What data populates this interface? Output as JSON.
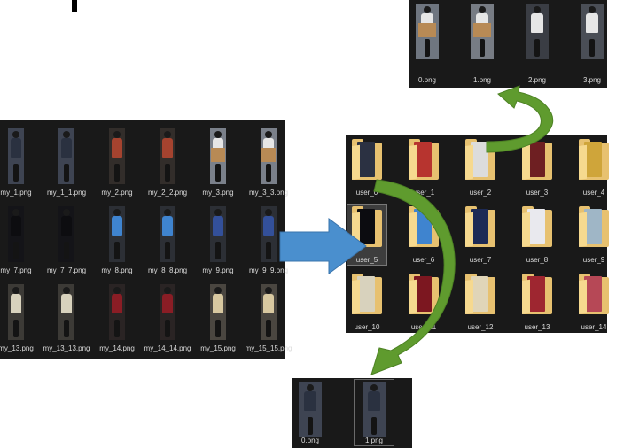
{
  "left_panel": {
    "files": [
      {
        "name": "my_1.png",
        "body": "#2a3140",
        "bg": "#3e4452",
        "box": false
      },
      {
        "name": "my_1_1.png",
        "body": "#2a3140",
        "bg": "#3e4452",
        "box": false
      },
      {
        "name": "my_2.png",
        "body": "#a5432f",
        "bg": "#322d2a",
        "box": false
      },
      {
        "name": "my_2_2.png",
        "body": "#a5432f",
        "bg": "#322d2a",
        "box": false
      },
      {
        "name": "my_3.png",
        "body": "#e6e6e6",
        "bg": "#7a808a",
        "box": true
      },
      {
        "name": "my_3_3.png",
        "body": "#e6e6e6",
        "bg": "#7a808a",
        "box": true
      },
      {
        "name": "my_7.png",
        "body": "#0d0d10",
        "bg": "#141418",
        "box": false
      },
      {
        "name": "my_7_7.png",
        "body": "#0d0d10",
        "bg": "#141418",
        "box": false
      },
      {
        "name": "my_8.png",
        "body": "#3f84cf",
        "bg": "#2c2f35",
        "box": false
      },
      {
        "name": "my_8_8.png",
        "body": "#3f84cf",
        "bg": "#2c2f35",
        "box": false
      },
      {
        "name": "my_9.png",
        "body": "#33509a",
        "bg": "#2c2f35",
        "box": false
      },
      {
        "name": "my_9_9.png",
        "body": "#33509a",
        "bg": "#2c2f35",
        "box": false
      },
      {
        "name": "my_13.png",
        "body": "#d8d2bd",
        "bg": "#3c3a36",
        "box": false
      },
      {
        "name": "my_13_13.png",
        "body": "#d8d2bd",
        "bg": "#3c3a36",
        "box": false
      },
      {
        "name": "my_14.png",
        "body": "#8a1d25",
        "bg": "#2a2424",
        "box": false
      },
      {
        "name": "my_14_14.png",
        "body": "#8a1d25",
        "bg": "#2a2424",
        "box": false
      },
      {
        "name": "my_15.png",
        "body": "#d8c8a0",
        "bg": "#4a4640",
        "box": false
      },
      {
        "name": "my_15_15.png",
        "body": "#d8c8a0",
        "bg": "#4a4640",
        "box": false
      }
    ]
  },
  "folder_panel": {
    "folders": [
      {
        "name": "user_0",
        "img": "#2b3142"
      },
      {
        "name": "user_1",
        "img": "#b7342f"
      },
      {
        "name": "user_2",
        "img": "#dcdcdc"
      },
      {
        "name": "user_3",
        "img": "#6e1f22"
      },
      {
        "name": "user_4",
        "img": "#cfa53a"
      },
      {
        "name": "user_5",
        "img": "#0c0c10"
      },
      {
        "name": "user_6",
        "img": "#3f84cf"
      },
      {
        "name": "user_7",
        "img": "#1d2a55"
      },
      {
        "name": "user_8",
        "img": "#e9e9ee"
      },
      {
        "name": "user_9",
        "img": "#9fb6c6"
      },
      {
        "name": "user_10",
        "img": "#d8d2bd"
      },
      {
        "name": "user_11",
        "img": "#7c1720"
      },
      {
        "name": "user_12",
        "img": "#e0d5b8"
      },
      {
        "name": "user_13",
        "img": "#9e2630"
      },
      {
        "name": "user_14",
        "img": "#b64856"
      }
    ],
    "selected": "user_5"
  },
  "top_panel": {
    "files": [
      {
        "name": "0.png",
        "body": "#e6e6e6",
        "bg": "#6f7680",
        "box": true
      },
      {
        "name": "1.png",
        "body": "#e6e6e6",
        "bg": "#777c84",
        "box": true
      },
      {
        "name": "2.png",
        "body": "#e6e6e6",
        "bg": "#3a3d44",
        "box": false
      },
      {
        "name": "3.png",
        "body": "#e6e6e6",
        "bg": "#4a4e56",
        "box": false
      }
    ]
  },
  "bottom_panel": {
    "files": [
      {
        "name": "0.png",
        "body": "#2a3140",
        "bg": "#3e4452",
        "box": false
      },
      {
        "name": "1.png",
        "body": "#2a3140",
        "bg": "#3e4452",
        "box": false
      }
    ]
  },
  "colors": {
    "panel_background": "#191919",
    "blue_arrow": "#4a8fce",
    "green_arrow": "#5f9b2e"
  }
}
